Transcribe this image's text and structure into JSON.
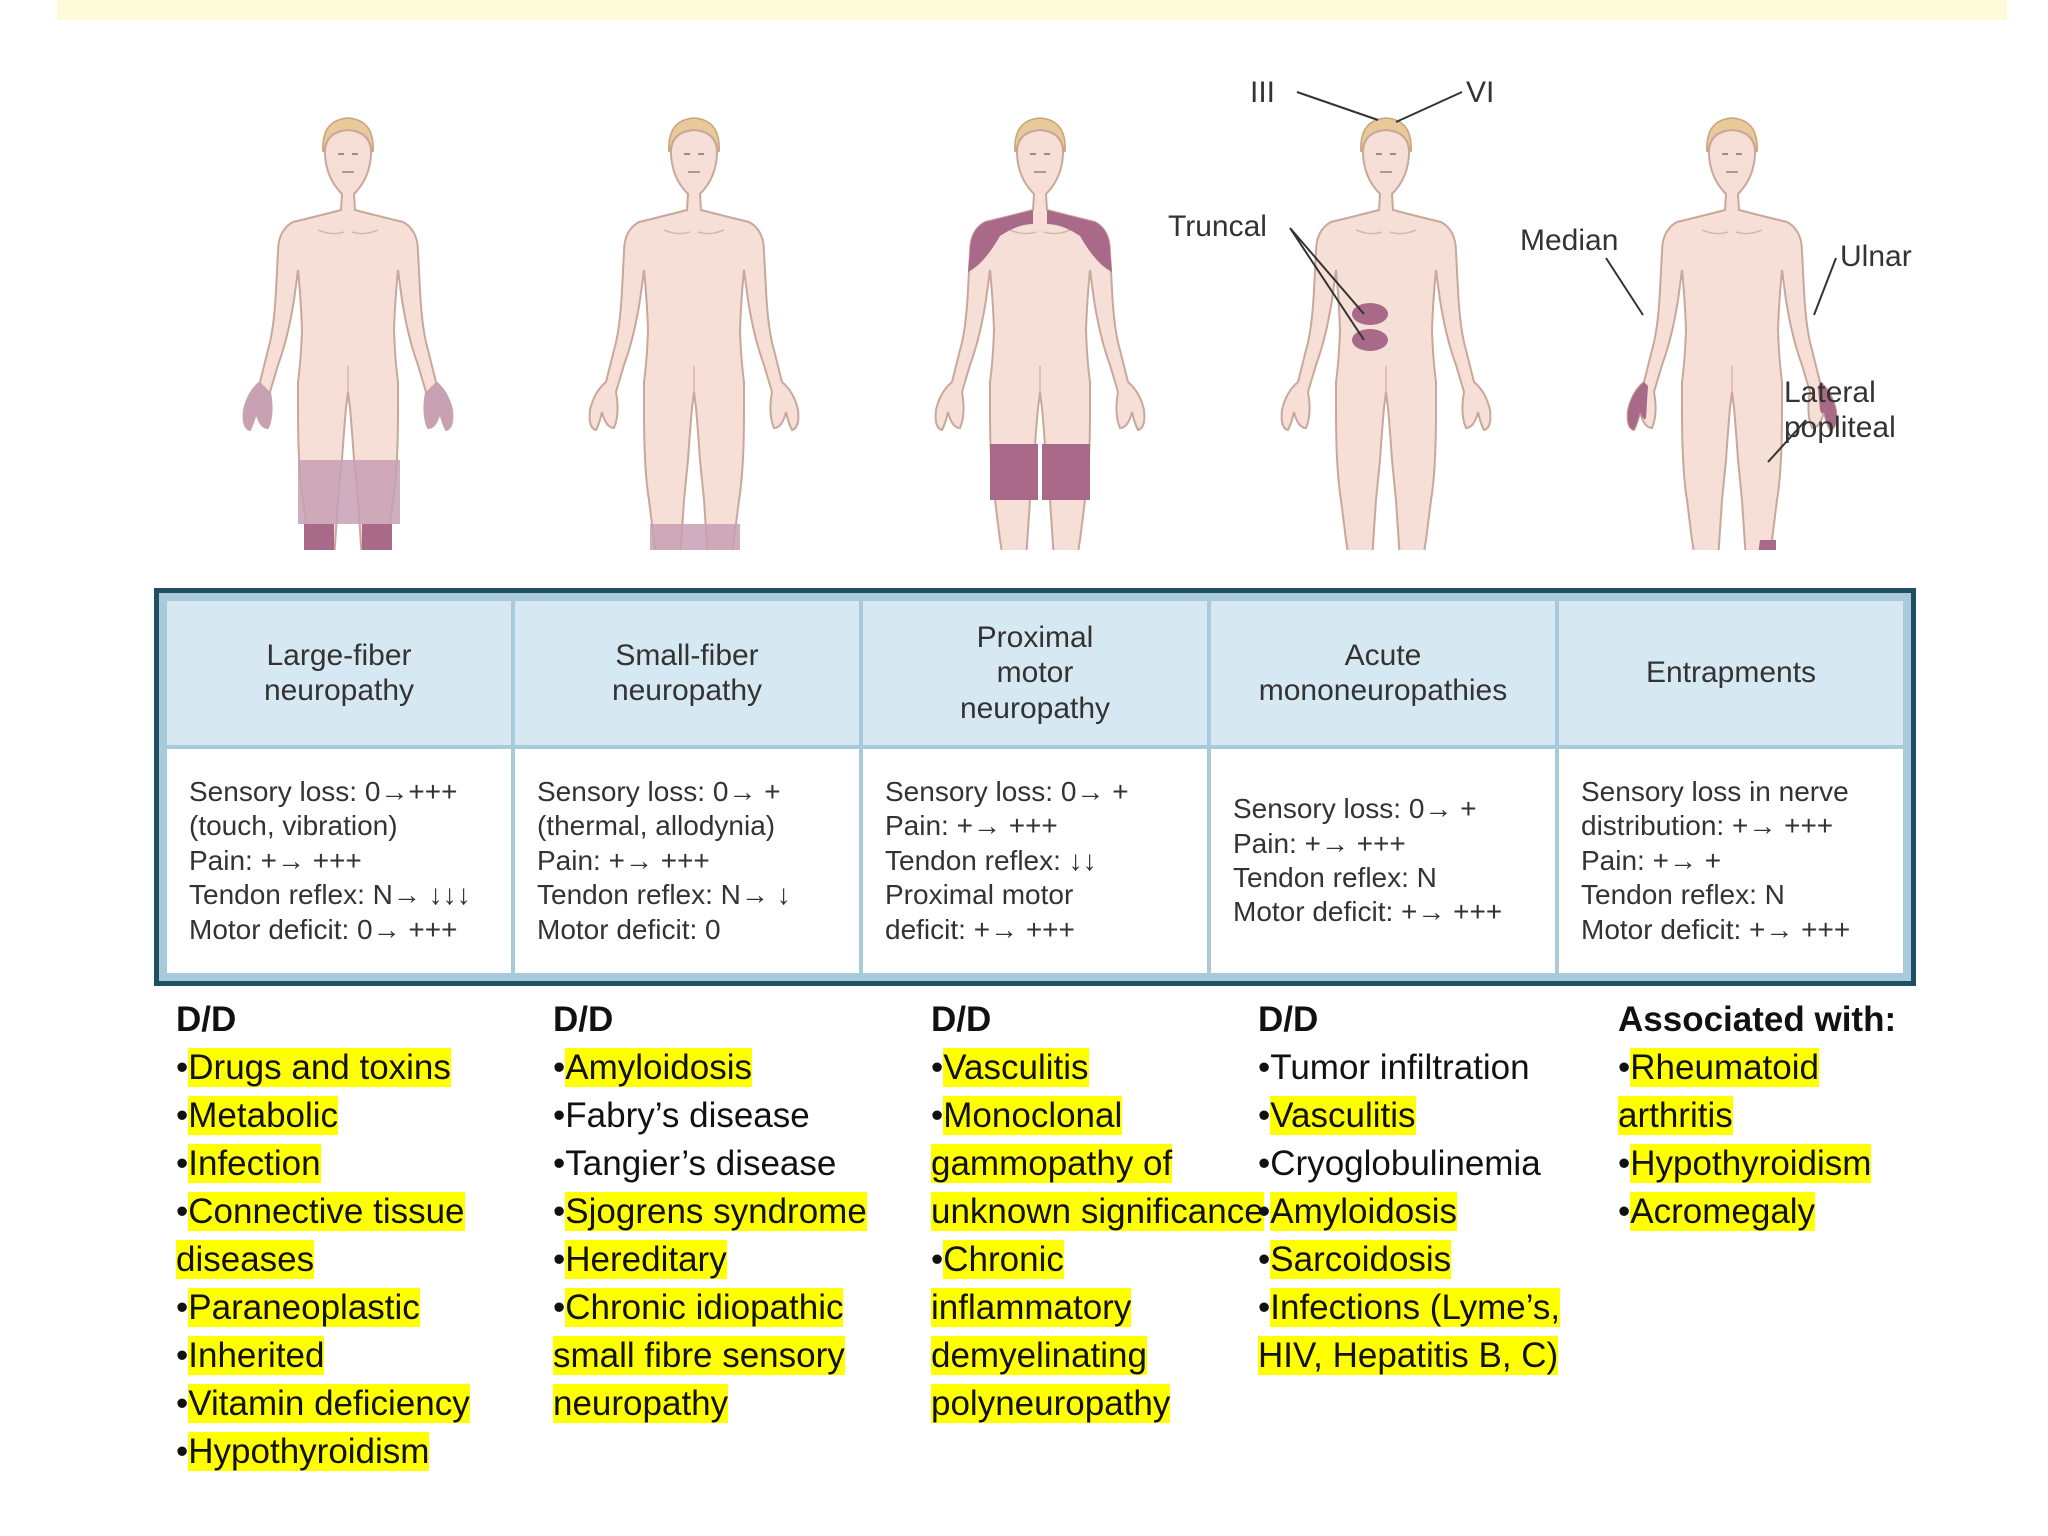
{
  "colors": {
    "skin": "#f6dfd6",
    "skin_outline": "#c9a79a",
    "affected_dark": "#a86a88",
    "affected_light": "#c8a0b4",
    "table_border": "#1f4f63",
    "table_header_bg": "#d6e8f2",
    "highlight": "#ffff00"
  },
  "figure_labels": {
    "nerve_iii": "III",
    "nerve_vi": "VI",
    "truncal": "Truncal",
    "median": "Median",
    "ulnar": "Ulnar",
    "lateral_popliteal_1": "Lateral",
    "lateral_popliteal_2": "popliteal"
  },
  "table": {
    "columns": [
      {
        "header": [
          "Large-fiber",
          "neuropathy"
        ],
        "lines": [
          "Sensory loss: 0→+++",
          "(touch, vibration)",
          "Pain: +→ +++",
          "Tendon reflex: N→ ↓↓↓",
          "Motor deficit: 0→ +++"
        ]
      },
      {
        "header": [
          "Small-fiber",
          "neuropathy"
        ],
        "lines": [
          "Sensory loss: 0→ +",
          "(thermal, allodynia)",
          "Pain: +→ +++",
          "Tendon reflex: N→ ↓",
          "Motor deficit: 0"
        ]
      },
      {
        "header": [
          "Proximal",
          "motor",
          "neuropathy"
        ],
        "lines": [
          "Sensory loss: 0→ +",
          "Pain: +→ +++",
          "Tendon reflex: ↓↓",
          "Proximal motor",
          "deficit: +→ +++"
        ]
      },
      {
        "header": [
          "Acute",
          "mononeuropathies"
        ],
        "lines": [
          "Sensory loss: 0→ +",
          "Pain: +→ +++",
          "Tendon reflex: N",
          "Motor deficit: +→ +++"
        ]
      },
      {
        "header": [
          "Entrapments"
        ],
        "lines": [
          "Sensory loss in nerve",
          "distribution: +→ +++",
          "Pain: +→ +",
          "Tendon reflex: N",
          "Motor deficit: +→ +++"
        ]
      }
    ]
  },
  "dd": [
    {
      "heading": "D/D",
      "items": [
        {
          "bullet": "•",
          "text": "Drugs and toxins",
          "hl": true
        },
        {
          "bullet": "•",
          "text": "Metabolic",
          "hl": true
        },
        {
          "bullet": "•",
          "text": "Infection ",
          "hl": true
        },
        {
          "bullet": "•",
          "text": "Connective tissue",
          "hl": true
        },
        {
          "bullet": "",
          "text": "diseases",
          "hl": true
        },
        {
          "bullet": "•",
          "text": "Paraneoplastic",
          "hl": true
        },
        {
          "bullet": "•",
          "text": "Inherited",
          "hl": true
        },
        {
          "bullet": "•",
          "text": "Vitamin deficiency",
          "hl": true
        },
        {
          "bullet": "•",
          "text": "Hypothyroidism",
          "hl": true
        }
      ]
    },
    {
      "heading": "D/D",
      "items": [
        {
          "bullet": "•",
          "text": "Amyloidosis",
          "hl": true
        },
        {
          "bullet": "•",
          "text": "Fabry’s disease",
          "hl": false
        },
        {
          "bullet": "•",
          "text": "Tangier’s disease",
          "hl": false
        },
        {
          "bullet": "•",
          "text": "Sjogrens syndrome",
          "hl": true
        },
        {
          "bullet": "•",
          "text": "Hereditary",
          "hl": true
        },
        {
          "bullet": "•",
          "text": "Chronic idiopathic",
          "hl": true
        },
        {
          "bullet": "",
          "text": "small fibre sensory",
          "hl": true
        },
        {
          "bullet": "",
          "text": "neuropathy",
          "hl": true
        }
      ]
    },
    {
      "heading": "D/D",
      "items": [
        {
          "bullet": "•",
          "text": "Vasculitis",
          "hl": true
        },
        {
          "bullet": "•",
          "text": "Monoclonal",
          "hl": true
        },
        {
          "bullet": "",
          "text": "gammopathy of",
          "hl": true
        },
        {
          "bullet": "",
          "text": "unknown significance",
          "hl": true
        },
        {
          "bullet": "•",
          "text": "Chronic",
          "hl": true
        },
        {
          "bullet": "",
          "text": "inflammatory",
          "hl": true
        },
        {
          "bullet": "",
          "text": "demyelinating",
          "hl": true
        },
        {
          "bullet": "",
          "text": "polyneuropathy",
          "hl": true
        }
      ]
    },
    {
      "heading": "D/D",
      "items": [
        {
          "bullet": "•",
          "text": "Tumor infiltration",
          "hl": false
        },
        {
          "bullet": "•",
          "text": "Vasculitis",
          "hl": true
        },
        {
          "bullet": "•",
          "text": "Cryoglobulinemia",
          "hl": false
        },
        {
          "bullet": "•",
          "text": "Amyloidosis",
          "hl": true
        },
        {
          "bullet": "•",
          "text": "Sarcoidosis",
          "hl": true
        },
        {
          "bullet": "•",
          "text": "Infections (Lyme’s,",
          "hl": true
        },
        {
          "bullet": "",
          "text": "HIV, Hepatitis B, C)",
          "hl": true
        }
      ]
    },
    {
      "heading": "Associated with:",
      "items": [
        {
          "bullet": "•",
          "text": "Rheumatoid",
          "hl": true
        },
        {
          "bullet": "",
          "text": "arthritis",
          "hl": true
        },
        {
          "bullet": "•",
          "text": "Hypothyroidism",
          "hl": true
        },
        {
          "bullet": "•",
          "text": "Acromegaly",
          "hl": true
        }
      ]
    }
  ]
}
